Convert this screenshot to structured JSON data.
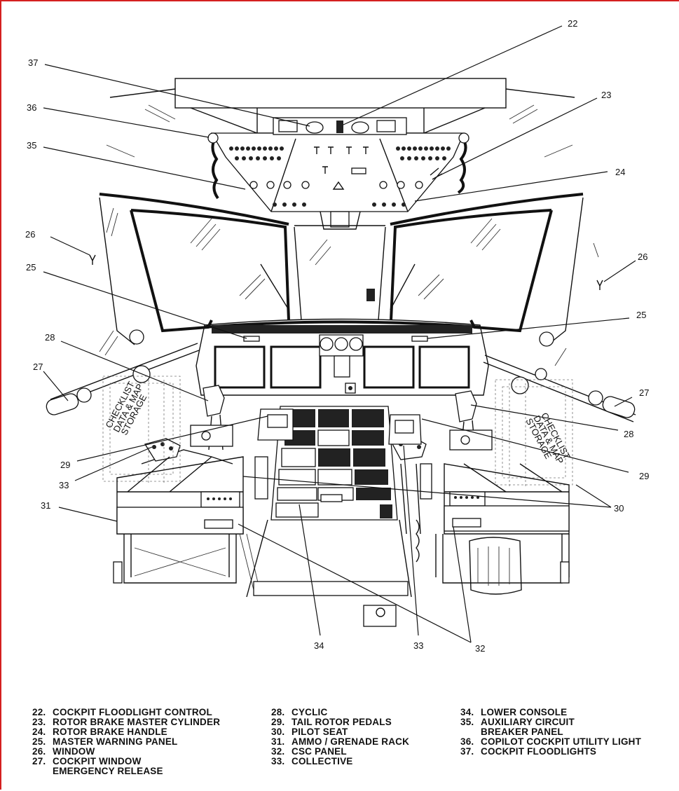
{
  "callout_numbers": [
    "22",
    "23",
    "24",
    "25",
    "26",
    "27",
    "28",
    "29",
    "30",
    "31",
    "32",
    "33",
    "34",
    "35",
    "36",
    "37"
  ],
  "callouts": [
    {
      "id": "c22",
      "label": "22"
    },
    {
      "id": "c23",
      "label": "23"
    },
    {
      "id": "c24",
      "label": "24"
    },
    {
      "id": "c25a",
      "label": "25"
    },
    {
      "id": "c25b",
      "label": "25"
    },
    {
      "id": "c26a",
      "label": "26"
    },
    {
      "id": "c26b",
      "label": "26"
    },
    {
      "id": "c27a",
      "label": "27"
    },
    {
      "id": "c27b",
      "label": "27"
    },
    {
      "id": "c28a",
      "label": "28"
    },
    {
      "id": "c28b",
      "label": "28"
    },
    {
      "id": "c29a",
      "label": "29"
    },
    {
      "id": "c29b",
      "label": "29"
    },
    {
      "id": "c30",
      "label": "30"
    },
    {
      "id": "c31",
      "label": "31"
    },
    {
      "id": "c32",
      "label": "32"
    },
    {
      "id": "c33a",
      "label": "33"
    },
    {
      "id": "c33b",
      "label": "33"
    },
    {
      "id": "c34",
      "label": "34"
    },
    {
      "id": "c35",
      "label": "35"
    },
    {
      "id": "c36",
      "label": "36"
    },
    {
      "id": "c37",
      "label": "37"
    }
  ],
  "storage_label_left": [
    "CHECKLIST",
    "DATA & MAP",
    "STORAGE"
  ],
  "storage_label_right": [
    "CHECKLIST",
    "DATA & MAP",
    "STORAGE"
  ],
  "legend": {
    "column_1": [
      {
        "num": "22.",
        "text": "COCKPIT FLOODLIGHT CONTROL"
      },
      {
        "num": "23.",
        "text": "ROTOR BRAKE MASTER CYLINDER"
      },
      {
        "num": "24.",
        "text": "ROTOR BRAKE HANDLE"
      },
      {
        "num": "25.",
        "text": "MASTER WARNING PANEL"
      },
      {
        "num": "26.",
        "text": "WINDOW"
      },
      {
        "num": "27.",
        "text": "COCKPIT WINDOW\nEMERGENCY RELEASE"
      }
    ],
    "column_2": [
      {
        "num": "28.",
        "text": "CYCLIC"
      },
      {
        "num": "29.",
        "text": "TAIL ROTOR PEDALS"
      },
      {
        "num": "30.",
        "text": "PILOT SEAT"
      },
      {
        "num": "31.",
        "text": "AMMO / GRENADE RACK"
      },
      {
        "num": "32.",
        "text": "CSC PANEL"
      },
      {
        "num": "33.",
        "text": "COLLECTIVE"
      }
    ],
    "column_3": [
      {
        "num": "34.",
        "text": "LOWER CONSOLE"
      },
      {
        "num": "35.",
        "text": " AUXILIARY CIRCUIT\nBREAKER PANEL"
      },
      {
        "num": "36.",
        "text": "COPILOT COCKPIT UTILITY LIGHT"
      },
      {
        "num": "37.",
        "text": "COCKPIT FLOODLIGHTS"
      }
    ]
  }
}
